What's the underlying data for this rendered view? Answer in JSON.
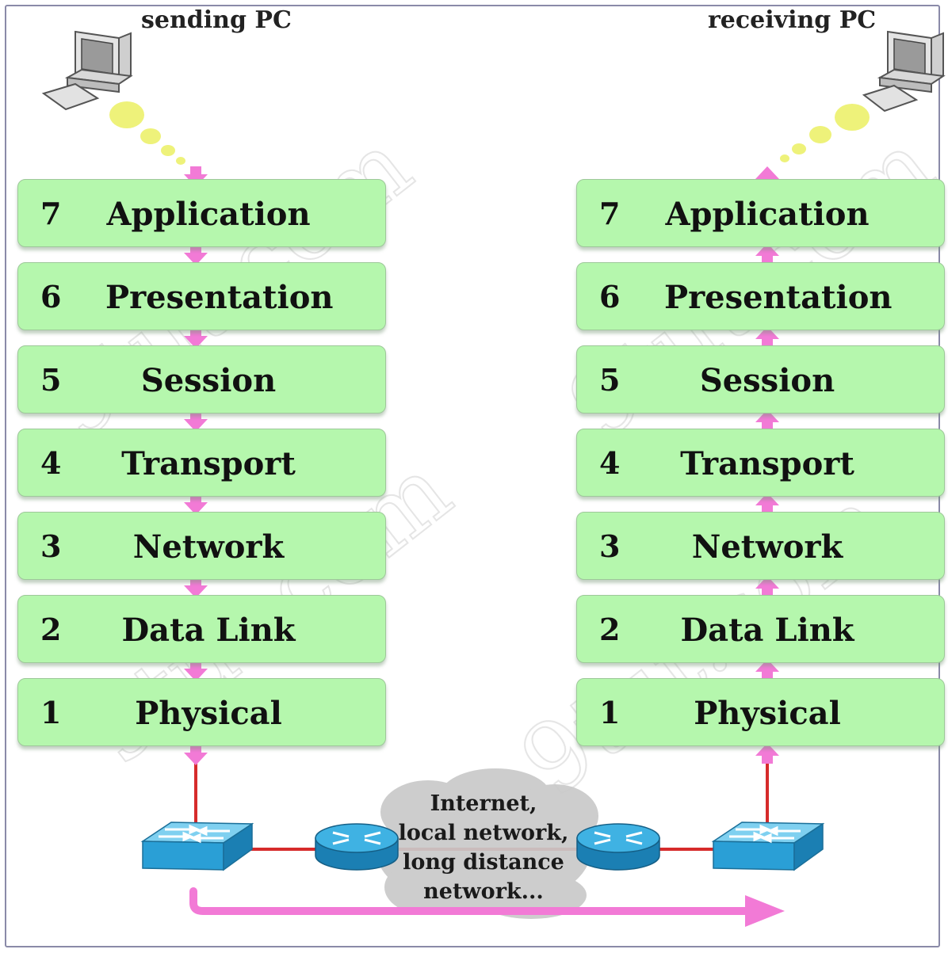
{
  "sender": {
    "label": "sending PC"
  },
  "receiver": {
    "label": "receiving PC"
  },
  "layers_sending": [
    {
      "number": "7",
      "name": "Application"
    },
    {
      "number": "6",
      "name": "Presentation"
    },
    {
      "number": "5",
      "name": "Session"
    },
    {
      "number": "4",
      "name": "Transport"
    },
    {
      "number": "3",
      "name": "Network"
    },
    {
      "number": "2",
      "name": "Data Link"
    },
    {
      "number": "1",
      "name": "Physical"
    }
  ],
  "layers_receiving": [
    {
      "number": "7",
      "name": "Application"
    },
    {
      "number": "6",
      "name": "Presentation"
    },
    {
      "number": "5",
      "name": "Session"
    },
    {
      "number": "4",
      "name": "Transport"
    },
    {
      "number": "3",
      "name": "Network"
    },
    {
      "number": "2",
      "name": "Data Link"
    },
    {
      "number": "1",
      "name": "Physical"
    }
  ],
  "cloud": {
    "lines": [
      "Internet,",
      "local network,",
      "long distance",
      "network..."
    ]
  },
  "watermark": "9tut.com",
  "colors": {
    "layer_fill": "#b5f7ad",
    "arrow": "#f27ad6",
    "link_line": "#d62b2b",
    "dots": "#eef27a",
    "device_blue": "#2a9fd6"
  }
}
